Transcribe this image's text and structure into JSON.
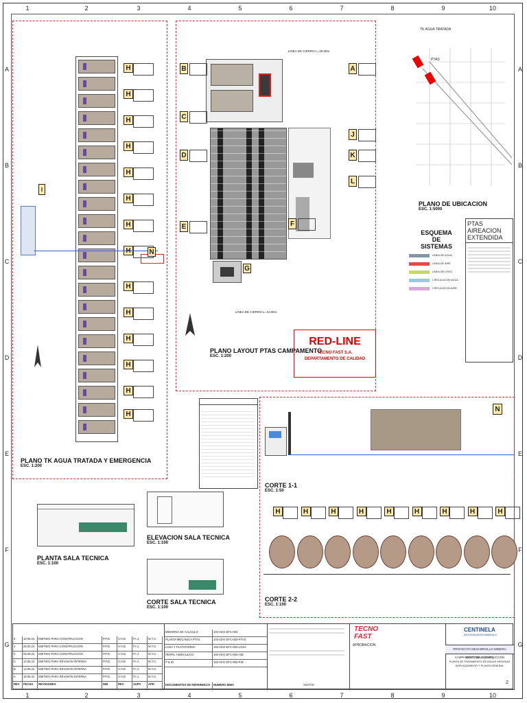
{
  "columns": [
    "1",
    "2",
    "3",
    "4",
    "5",
    "6",
    "7",
    "8",
    "9",
    "10"
  ],
  "rows": [
    "A",
    "B",
    "C",
    "D",
    "E",
    "F",
    "G"
  ],
  "views": {
    "tk_plan": {
      "title": "PLANO TK AGUA TRATADA Y EMERGENCIA",
      "scale": "ESC. 1:200"
    },
    "layout": {
      "title": "PLANO LAYOUT PTAS CAMPAMENTO",
      "scale": "ESC. 1:200",
      "fence_top": "LINEA DE CIERRO L=39.80m",
      "fence_bottom": "LINEA DE CIERRO L=44.80m"
    },
    "ubicacion": {
      "title": "PLANO DE UBICACION",
      "scale": "ESC. 1:5000",
      "label_tk": "TK AGUA TRATADA",
      "label_ptas": "PTAS"
    },
    "esquema": {
      "title": "ESQUEMA DE SISTEMAS",
      "box_title": "PTAS AIREACION EXTENDIDA"
    },
    "corte11": {
      "title": "CORTE 1-1",
      "scale": "ESC. 1:50"
    },
    "corte22": {
      "title": "CORTE 2-2",
      "scale": "ESC. 1:100"
    },
    "planta_sala": {
      "title": "PLANTA SALA TECNICA",
      "scale": "ESC. 1:100"
    },
    "elevacion_sala": {
      "title": "ELEVACION SALA TECNICA",
      "scale": "ESC. 1:100"
    },
    "corte_sala": {
      "title": "CORTE SALA TECNICA",
      "scale": "ESC. 1:100"
    }
  },
  "stamp": {
    "title": "RED-LINE",
    "company": "TECNO FAST S.A.",
    "dept": "DEPARTAMENTO DE CALIDAD"
  },
  "markers_left": [
    "B",
    "C",
    "D",
    "E"
  ],
  "markers_right": [
    "A",
    "J",
    "K",
    "L",
    "F"
  ],
  "legend": [
    "LINEA DE AGUA",
    "LINEA DE AIRE",
    "LINEA DE LODO",
    "CIRCULACION AGUA",
    "CIRCULACION AIRE"
  ],
  "revisions": [
    {
      "rev": "2",
      "date": "10.06.24",
      "desc": "EMITIDO PARA CONSTRUCCION",
      "a": "P.P.D.",
      "b": "V.H.D.",
      "c": "P.I.J.",
      "d": "M.Y.C."
    },
    {
      "rev": "1",
      "date": "28.03.24",
      "desc": "EMITIDO PARA CONSTRUCCION",
      "a": "P.P.D.",
      "b": "V.H.D.",
      "c": "P.I.J.",
      "d": "M.Y.C."
    },
    {
      "rev": "0",
      "date": "05.08.22",
      "desc": "EMITIDO PARA CONSTRUCCION",
      "a": "P.P.D.",
      "b": "V.H.D.",
      "c": "P.I.J.",
      "d": "M.Y.C."
    },
    {
      "rev": "C",
      "date": "14.06.22",
      "desc": "EMITIDO PARA REVISION INTERNA",
      "a": "P.P.D.",
      "b": "V.H.D.",
      "c": "P.I.J.",
      "d": "M.Y.C."
    },
    {
      "rev": "B",
      "date": "13.05.22",
      "desc": "EMITIDO PARA REVISION INTERNA",
      "a": "P.P.D.",
      "b": "V.H.D.",
      "c": "P.I.J.",
      "d": "M.Y.C."
    },
    {
      "rev": "A",
      "date": "10.05.22",
      "desc": "EMITIDO PARA REVISION INTERNA",
      "a": "P.P.D.",
      "b": "V.H.D.",
      "c": "P.I.J.",
      "d": "M.Y.C."
    }
  ],
  "rev_header": {
    "rev": "REV",
    "date": "FECHA",
    "desc": "REVISIONES",
    "a": "DIB",
    "b": "REV",
    "c": "SUPV",
    "d": "APR"
  },
  "refs": [
    {
      "name": "MEMORIA DE CALCULO",
      "num": "102-03-E-EFC-003"
    },
    {
      "name": "PLANTA MECANICA PTAS",
      "num": "102-03-E-EFC-003-PTAS"
    },
    {
      "name": "LOSA Y PLATAFORMA",
      "num": "102-03-E-EFC-003-LOSA"
    },
    {
      "name": "PERFIL HIDRAULICO",
      "num": "102-03-E-EFC-003-HID"
    },
    {
      "name": "P & ID",
      "num": "102-03-E-EFC-003-PID"
    }
  ],
  "refs_header": {
    "name": "DOCUMENTOS DE REFERENCIA",
    "num": "NUMERO MWA"
  },
  "notes_header": "NOTAS",
  "approval": "APROBACION",
  "logo_text": "TECNO FAST",
  "client": {
    "name": "CENTINELA",
    "sub": "ANTOFAGASTA MINERALS"
  },
  "project": "PROYECTO DESARROLLO MINERA CENTINELA (DMC)",
  "drawing": {
    "line1": "CAMPAMENTO DE CONSTRUCCION",
    "line2": "PLANTA DE TRATAMIENTO DE AGUAS SERVIDAS",
    "line3": "EMPLAZAMIENTO Y PLANTA GENERAL"
  },
  "sheet_rev": "2"
}
